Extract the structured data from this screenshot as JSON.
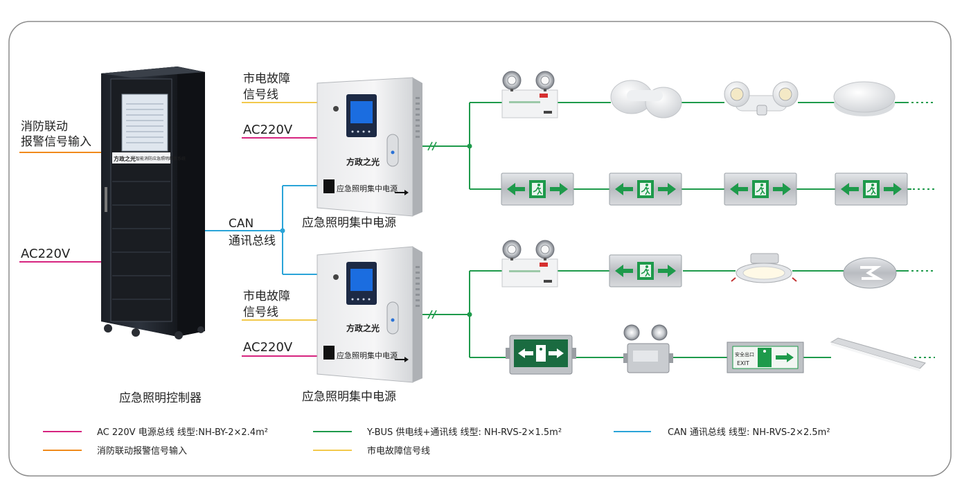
{
  "colors": {
    "ac": "#d6247f",
    "ybus": "#1e9a4b",
    "can": "#2aa4d8",
    "fire": "#f08a1c",
    "fault": "#f2c94c",
    "frame": "#8c8c8c"
  },
  "left": {
    "fire_label_1": "消防联动",
    "fire_label_2": "报警信号输入",
    "ac_label": "AC220V",
    "controller_caption": "应急照明控制器",
    "cabinet_brand": "方政之光",
    "cabinet_banner": "智能消防应急照明疏散系统"
  },
  "can_bus": {
    "label_1": "CAN",
    "label_2": "通讯总线"
  },
  "units": [
    {
      "fault_1": "市电故障",
      "fault_2": "信号线",
      "ac": "AC220V",
      "brand": "方政之光",
      "sign": "应急照明集中电源",
      "caption": "应急照明集中电源"
    },
    {
      "fault_1": "市电故障",
      "fault_2": "信号线",
      "ac": "AC220V",
      "brand": "方政之光",
      "sign": "应急照明集中电源",
      "caption": "应急照明集中电源"
    }
  ],
  "fixtures": {
    "row1": [
      "twin-head-emergency-light",
      "wall-mount-light",
      "twin-spot-light",
      "ceiling-light"
    ],
    "row2": [
      "exit-sign",
      "exit-sign",
      "exit-sign",
      "exit-sign"
    ],
    "row3": [
      "twin-head-emergency-light",
      "exit-sign",
      "downlight",
      "floor-indicator-light"
    ],
    "row4": [
      "explosion-proof-exit-sign",
      "explosion-proof-twin-light",
      "safety-exit-sign",
      "linear-light"
    ],
    "exit_sign_text": "安全出口",
    "exit_sign_en": "EXIT"
  },
  "legend": [
    {
      "label": "AC 220V 电源总线  线型:NH-BY-2×2.4m²",
      "color": "#d6247f"
    },
    {
      "label": "消防联动报警信号输入",
      "color": "#f08a1c"
    },
    {
      "label": "Y-BUS 供电线+通讯线  线型: NH-RVS-2×1.5m²",
      "color": "#1e9a4b"
    },
    {
      "label": "市电故障信号线",
      "color": "#f2c94c"
    },
    {
      "label": "CAN 通讯总线  线型:  NH-RVS-2×2.5m²",
      "color": "#2aa4d8"
    }
  ]
}
